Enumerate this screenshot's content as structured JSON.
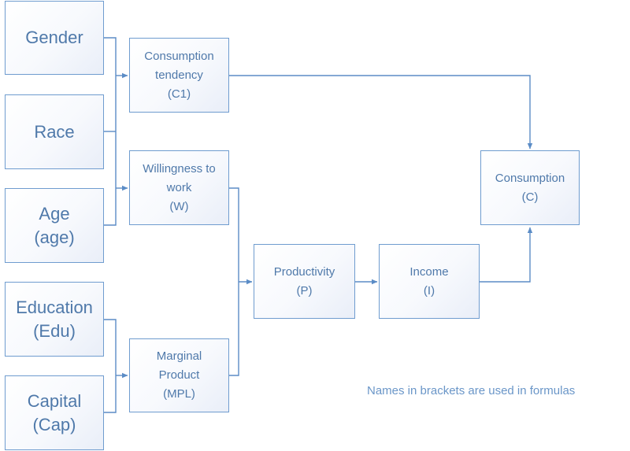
{
  "nodes": {
    "gender": {
      "label": "Gender"
    },
    "race": {
      "label": "Race"
    },
    "age": {
      "label": "Age\n(age)"
    },
    "education": {
      "label": "Education\n(Edu)"
    },
    "capital": {
      "label": "Capital\n(Cap)"
    },
    "consumption_tendency": {
      "label": "Consumption\ntendency\n(C1)"
    },
    "willingness": {
      "label": "Willingness to\nwork\n(W)"
    },
    "mpl": {
      "label": "Marginal\nProduct\n(MPL)"
    },
    "productivity": {
      "label": "Productivity\n(P)"
    },
    "income": {
      "label": "Income\n(I)"
    },
    "consumption": {
      "label": "Consumption\n(C)"
    }
  },
  "note": "Names in brackets are used in formulas",
  "colors": {
    "box_border": "#6f9ccf",
    "text": "#4f79aa",
    "connector": "#5b8cc6",
    "note": "#6a96c8"
  }
}
